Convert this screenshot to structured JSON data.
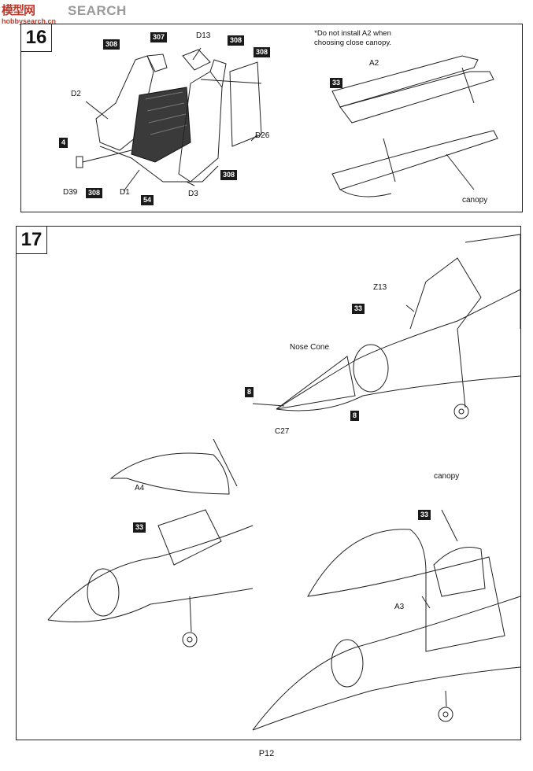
{
  "watermark": {
    "logo": "模型网",
    "site": "hobbysearch.cn",
    "title": "SEARCH"
  },
  "step16": {
    "number": "16",
    "note_line1": "*Do not install A2 when",
    "note_line2": "choosing close canopy.",
    "parts": {
      "d13": "D13",
      "d2": "D2",
      "d26": "D26",
      "d39": "D39",
      "d1": "D1",
      "d3": "D3",
      "a2": "A2",
      "canopy": "canopy"
    },
    "colors": {
      "c308a": "308",
      "c308b": "308",
      "c308c": "308",
      "c308d": "308",
      "c308e": "308",
      "c307": "307",
      "c4": "4",
      "c54": "54",
      "c33": "33"
    }
  },
  "step17": {
    "number": "17",
    "parts": {
      "z13": "Z13",
      "nose_cone": "Nose Cone",
      "c27": "C27",
      "a4": "A4",
      "a3": "A3",
      "canopy": "canopy"
    },
    "colors": {
      "c33a": "33",
      "c8a": "8",
      "c8b": "8",
      "c33b": "33",
      "c33c": "33"
    }
  },
  "footer": {
    "page": "P12"
  }
}
